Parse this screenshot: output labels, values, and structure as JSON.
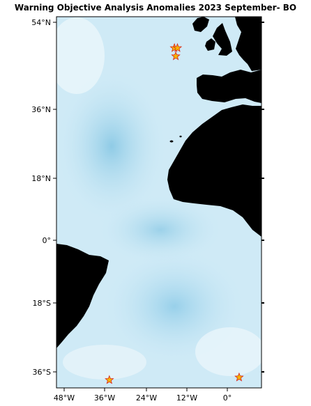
{
  "title": "Warning Objective Analysis Anomalies 2023 September- BO",
  "lat_labels": [
    "54°N",
    "36°N",
    "18°N",
    "0°",
    "18°S",
    "36°S"
  ],
  "lon_labels": [
    "48°W",
    "36°W",
    "24°W",
    "12°W",
    "0°"
  ],
  "colors": {
    "ocean_light": "#d6eef8",
    "ocean_mid": "#a8d8ee",
    "land": "#000000",
    "star_fill": "#f4b400",
    "star_stroke": "#d9241c"
  },
  "markers": {
    "symbol": "star-icon",
    "points": [
      {
        "lon": -15.7,
        "lat": 51.6
      },
      {
        "lon": -14.8,
        "lat": 51.6
      },
      {
        "lon": -15.3,
        "lat": 49.4
      },
      {
        "lon": -35.0,
        "lat": -37.5
      },
      {
        "lon": 3.5,
        "lat": -36.8
      }
    ]
  }
}
